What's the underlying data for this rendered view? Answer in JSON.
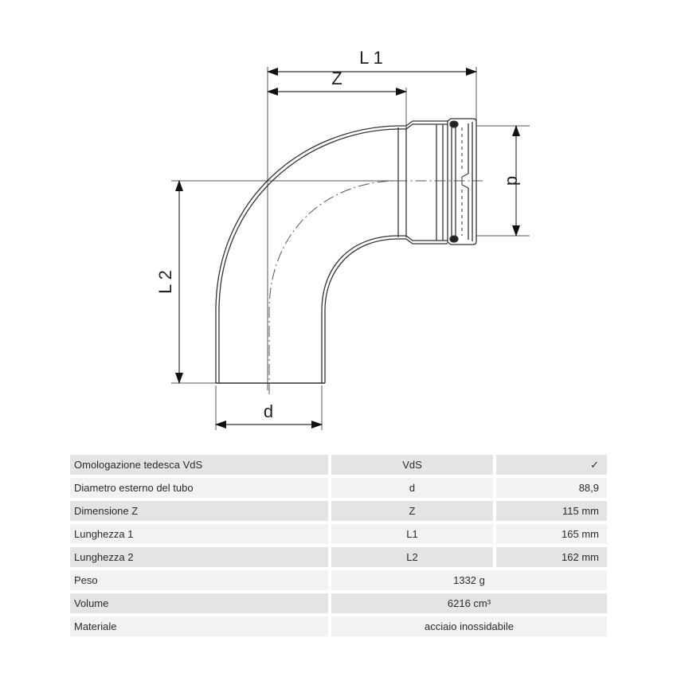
{
  "drawing": {
    "title": "90° elbow with press socket - technical drawing",
    "labels": {
      "l1": "L 1",
      "z": "Z",
      "l2": "L 2",
      "d_right": "d",
      "d_bottom": "d"
    },
    "line_color": "#333333"
  },
  "table": {
    "rows": [
      {
        "label": "Omologazione tedesca VdS",
        "symbol": "VdS",
        "value": "✓",
        "shade": "dark"
      },
      {
        "label": "Diametro esterno del tubo",
        "symbol": "d",
        "value": "88,9",
        "shade": "light"
      },
      {
        "label": "Dimensione Z",
        "symbol": "Z",
        "value": "115 mm",
        "shade": "dark"
      },
      {
        "label": "Lunghezza 1",
        "symbol": "L1",
        "value": "165 mm",
        "shade": "light"
      },
      {
        "label": "Lunghezza 2",
        "symbol": "L2",
        "value": "162 mm",
        "shade": "dark"
      },
      {
        "label": "Peso",
        "value": "1332 g",
        "shade": "light"
      },
      {
        "label": "Volume",
        "value": "6216 cm³",
        "shade": "dark"
      },
      {
        "label": "Materiale",
        "value": "acciaio inossidabile",
        "shade": "light"
      }
    ],
    "colors": {
      "dark": "#e4e4e4",
      "light": "#f2f2f2"
    }
  }
}
